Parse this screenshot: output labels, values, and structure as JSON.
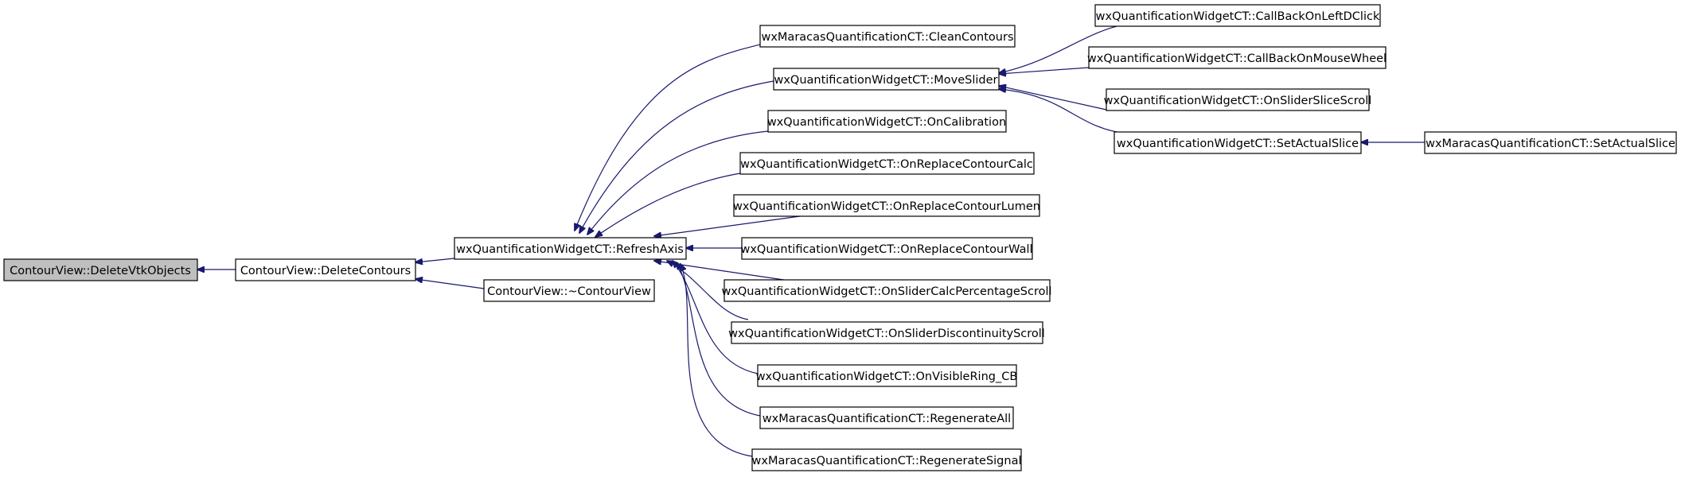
{
  "colors": {
    "edge": "#191970",
    "node_border": "#000000",
    "node_fill": "#ffffff",
    "root_fill": "#bfbfbf"
  },
  "nodes": {
    "deletevtkobjects": "ContourView::DeleteVtkObjects",
    "deletecontours": "ContourView::DeleteContours",
    "refreshaxis": "wxQuantificationWidgetCT::RefreshAxis",
    "contourview_dtor": "ContourView::~ContourView",
    "cleancontours": "wxMaracasQuantificationCT::CleanContours",
    "moveslider": "wxQuantificationWidgetCT::MoveSlider",
    "oncalibration": "wxQuantificationWidgetCT::OnCalibration",
    "onreplacecontourcalc": "wxQuantificationWidgetCT::OnReplaceContourCalc",
    "onreplacecontourlumen": "wxQuantificationWidgetCT::OnReplaceContourLumen",
    "onreplacecontourwall": "wxQuantificationWidgetCT::OnReplaceContourWall",
    "onslidercalcpercentagescroll": "wxQuantificationWidgetCT::OnSliderCalcPercentageScroll",
    "onsliderdiscontinuityscroll": "wxQuantificationWidgetCT::OnSliderDiscontinuityScroll",
    "onvisiblering_cb": "wxQuantificationWidgetCT::OnVisibleRing_CB",
    "regenerateall": "wxMaracasQuantificationCT::RegenerateAll",
    "regeneratesignal": "wxMaracasQuantificationCT::RegenerateSignal",
    "callbackonleftdclick": "wxQuantificationWidgetCT::CallBackOnLeftDClick",
    "callbackonmousewheel": "wxQuantificationWidgetCT::CallBackOnMouseWheel",
    "onsliderslicescroll": "wxQuantificationWidgetCT::OnSliderSliceScroll",
    "setactualslice_widget": "wxQuantificationWidgetCT::SetActualSlice",
    "setactualslice_maracas": "wxMaracasQuantificationCT::SetActualSlice"
  },
  "edges": [
    {
      "from": "deletecontours",
      "to": "deletevtkobjects"
    },
    {
      "from": "refreshaxis",
      "to": "deletecontours"
    },
    {
      "from": "contourview_dtor",
      "to": "deletecontours"
    },
    {
      "from": "cleancontours",
      "to": "refreshaxis"
    },
    {
      "from": "moveslider",
      "to": "refreshaxis"
    },
    {
      "from": "oncalibration",
      "to": "refreshaxis"
    },
    {
      "from": "onreplacecontourcalc",
      "to": "refreshaxis"
    },
    {
      "from": "onreplacecontourlumen",
      "to": "refreshaxis"
    },
    {
      "from": "onreplacecontourwall",
      "to": "refreshaxis"
    },
    {
      "from": "onslidercalcpercentagescroll",
      "to": "refreshaxis"
    },
    {
      "from": "onsliderdiscontinuityscroll",
      "to": "refreshaxis"
    },
    {
      "from": "onvisiblering_cb",
      "to": "refreshaxis"
    },
    {
      "from": "regenerateall",
      "to": "refreshaxis"
    },
    {
      "from": "regeneratesignal",
      "to": "refreshaxis"
    },
    {
      "from": "callbackonleftdclick",
      "to": "moveslider"
    },
    {
      "from": "callbackonmousewheel",
      "to": "moveslider"
    },
    {
      "from": "onsliderslicescroll",
      "to": "moveslider"
    },
    {
      "from": "setactualslice_widget",
      "to": "moveslider"
    },
    {
      "from": "setactualslice_maracas",
      "to": "setactualslice_widget"
    }
  ]
}
